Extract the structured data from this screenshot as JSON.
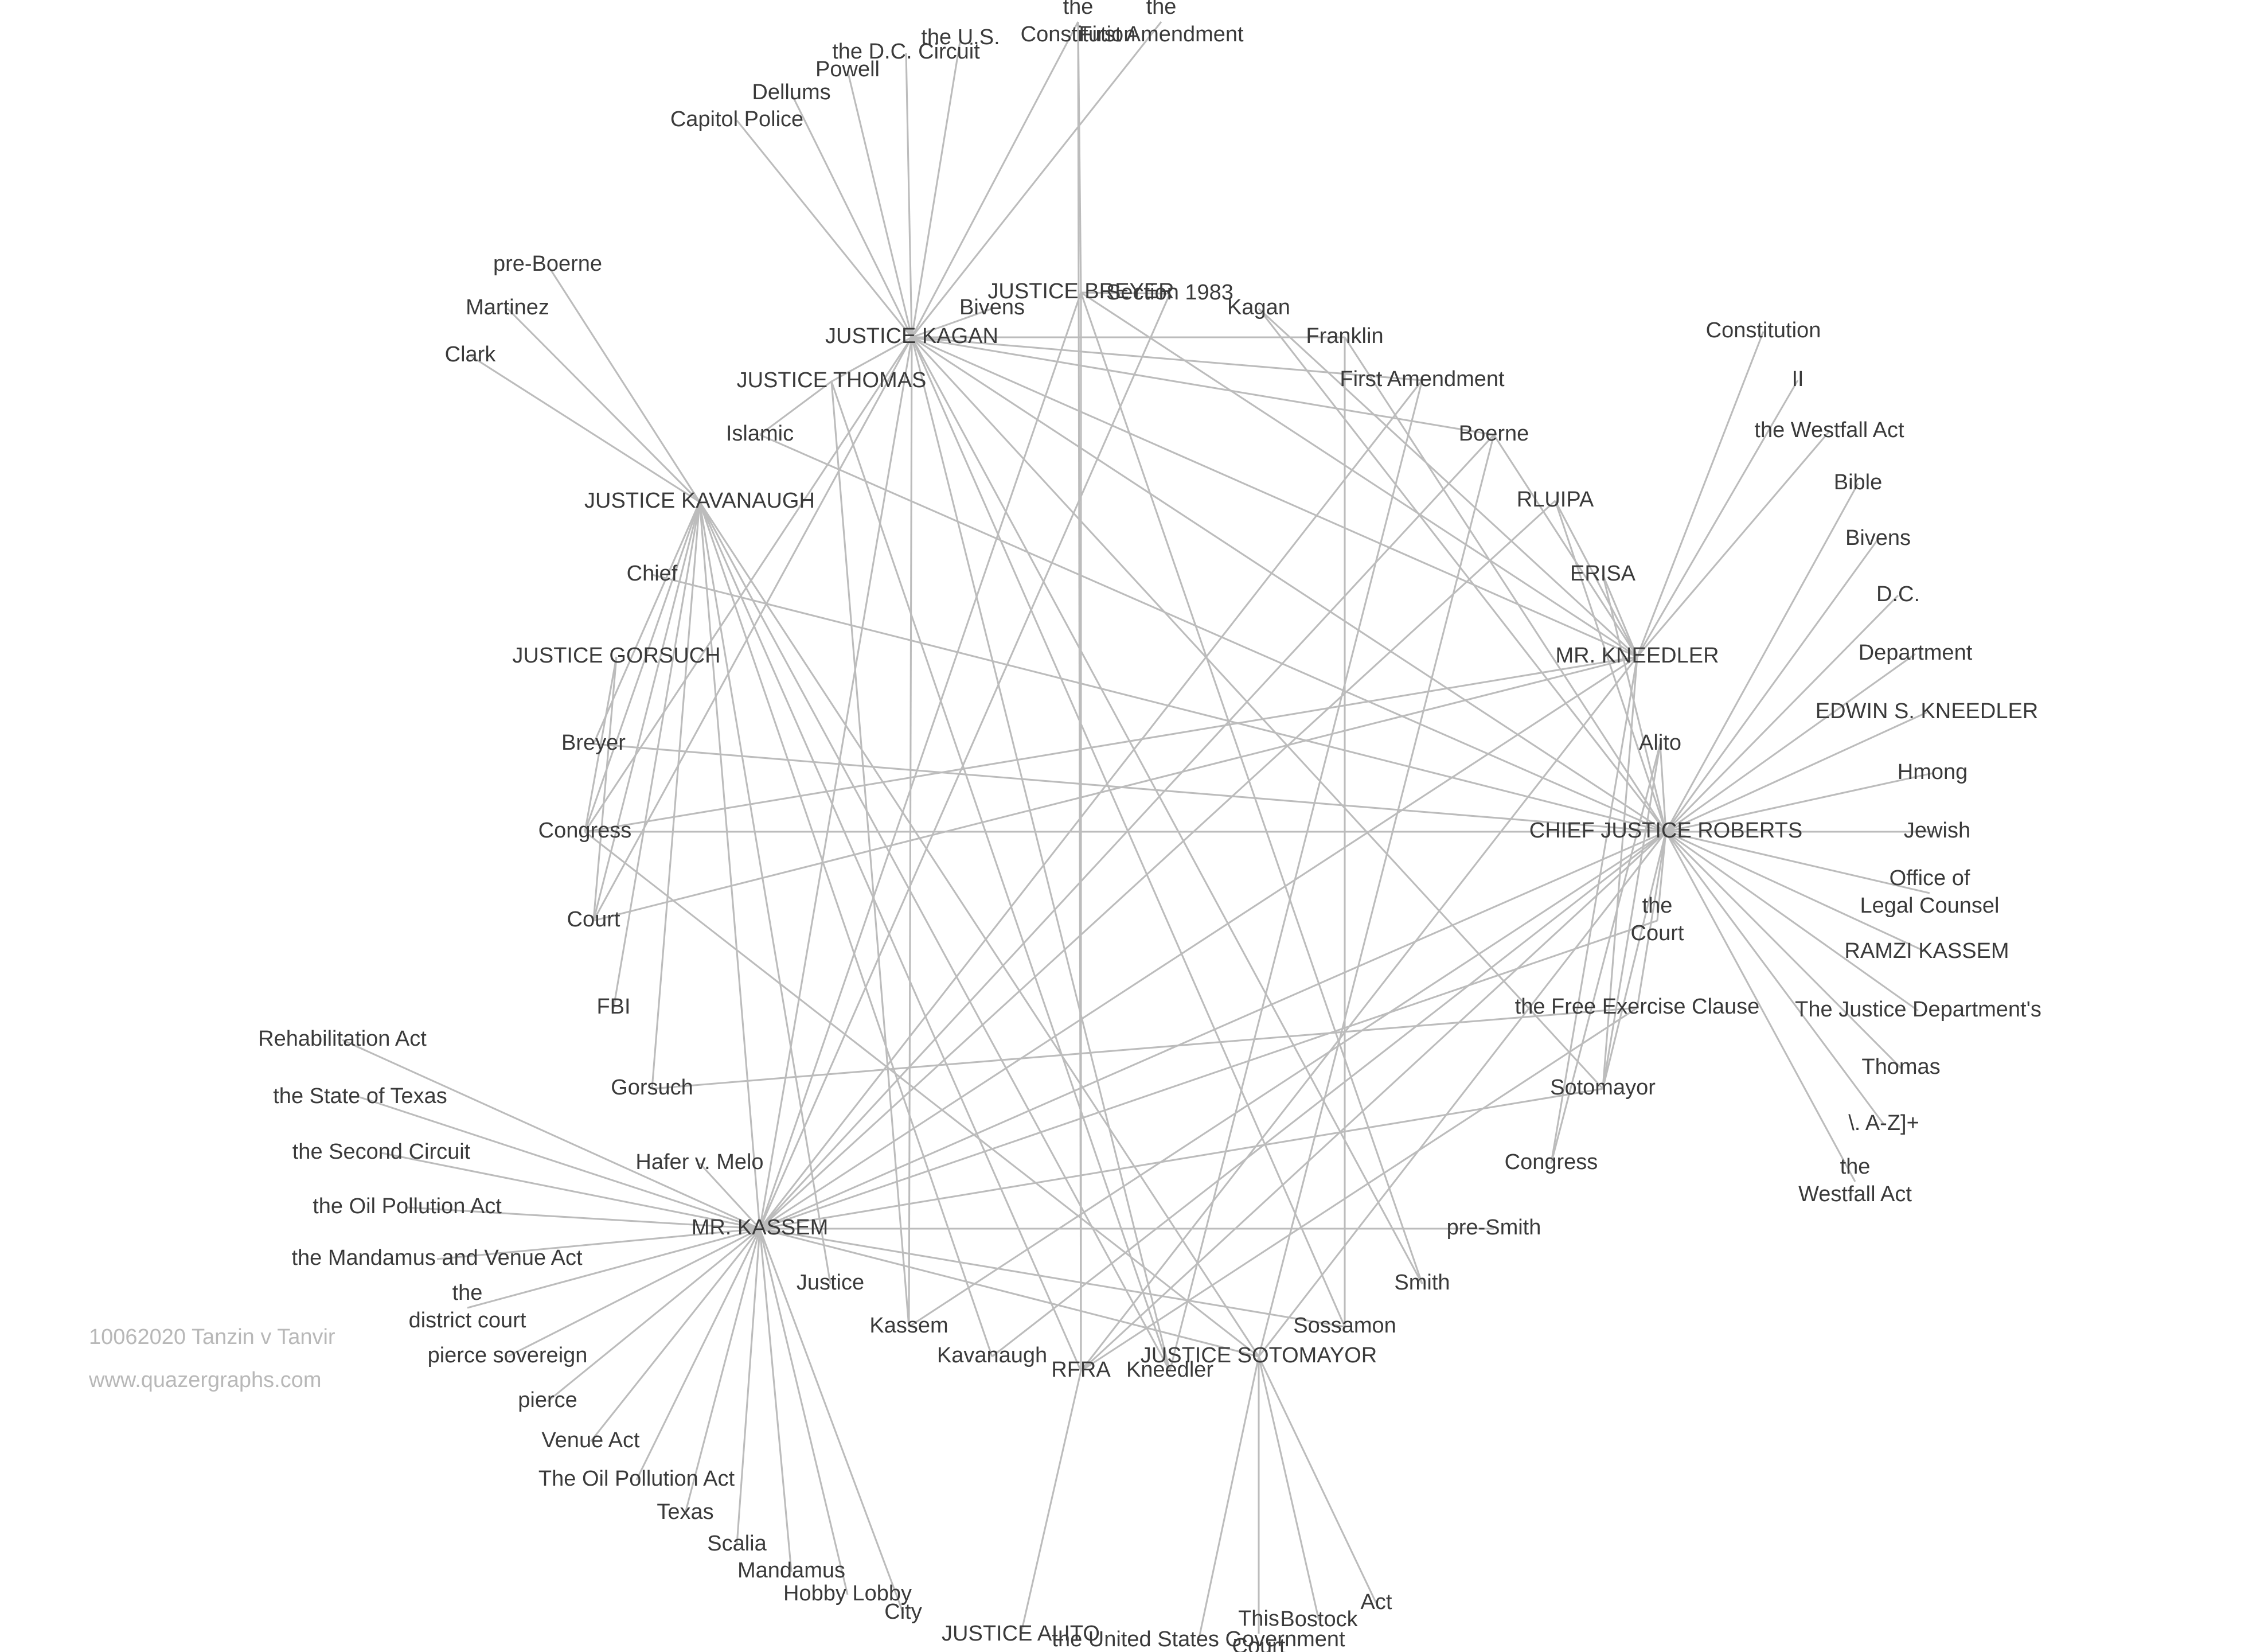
{
  "watermark": {
    "title": "10062020 Tanzin v Tanvir",
    "site": "www.quazergraphs.com"
  },
  "nodes": [
    {
      "id": "kagan",
      "label": "JUSTICE KAGAN"
    },
    {
      "id": "thomas",
      "label": "JUSTICE THOMAS"
    },
    {
      "id": "kavanaugh",
      "label": "JUSTICE KAVANAUGH"
    },
    {
      "id": "gorsuch",
      "label": "JUSTICE GORSUCH"
    },
    {
      "id": "breyer",
      "label": "JUSTICE BREYER"
    },
    {
      "id": "kneedler",
      "label": "MR. KNEEDLER"
    },
    {
      "id": "roberts",
      "label": "CHIEF JUSTICE ROBERTS"
    },
    {
      "id": "kassem",
      "label": "MR. KASSEM"
    },
    {
      "id": "sotomayor",
      "label": "JUSTICE SOTOMAYOR"
    },
    {
      "id": "alito",
      "label": "JUSTICE ALITO"
    },
    {
      "id": "rfra",
      "label": "RFRA"
    },
    {
      "id": "kneedler2",
      "label": "Kneedler"
    },
    {
      "id": "kavanaugh2",
      "label": "Kavanaugh"
    },
    {
      "id": "kassem2",
      "label": "Kassem"
    },
    {
      "id": "justice",
      "label": "Justice"
    },
    {
      "id": "sossamon",
      "label": "Sossamon"
    },
    {
      "id": "smith",
      "label": "Smith"
    },
    {
      "id": "presmith",
      "label": "pre-Smith"
    },
    {
      "id": "congress2",
      "label": "Congress"
    },
    {
      "id": "sotomayor2",
      "label": "Sotomayor"
    },
    {
      "id": "freeexercise",
      "label": "the Free Exercise Clause"
    },
    {
      "id": "thecourt",
      "label": "the\nCourt"
    },
    {
      "id": "alito2",
      "label": "Alito"
    },
    {
      "id": "erisa",
      "label": "ERISA"
    },
    {
      "id": "rluipa",
      "label": "RLUIPA"
    },
    {
      "id": "boerne",
      "label": "Boerne"
    },
    {
      "id": "firstamend",
      "label": "First Amendment"
    },
    {
      "id": "franklin",
      "label": "Franklin"
    },
    {
      "id": "kagan2",
      "label": "Kagan"
    },
    {
      "id": "section1983",
      "label": "Section 1983"
    },
    {
      "id": "bivens",
      "label": "Bivens"
    },
    {
      "id": "islamic",
      "label": "Islamic"
    },
    {
      "id": "chief",
      "label": "Chief"
    },
    {
      "id": "breyer2",
      "label": "Breyer"
    },
    {
      "id": "congress",
      "label": "Congress"
    },
    {
      "id": "court",
      "label": "Court"
    },
    {
      "id": "fbi",
      "label": "FBI"
    },
    {
      "id": "gorsuch2",
      "label": "Gorsuch"
    },
    {
      "id": "hafer",
      "label": "Hafer v. Melo"
    },
    {
      "id": "preboerne",
      "label": "pre-Boerne"
    },
    {
      "id": "martinez",
      "label": "Martinez"
    },
    {
      "id": "clark",
      "label": "Clark"
    },
    {
      "id": "capitol",
      "label": "Capitol Police"
    },
    {
      "id": "dellums",
      "label": "Dellums"
    },
    {
      "id": "powell",
      "label": "Powell"
    },
    {
      "id": "dccircuit",
      "label": "the D.C. Circuit"
    },
    {
      "id": "theus",
      "label": "the U.S."
    },
    {
      "id": "theconst",
      "label": "the\nConstitution"
    },
    {
      "id": "thefirstamend",
      "label": "the\nFirst Amendment"
    },
    {
      "id": "constitution",
      "label": "Constitution"
    },
    {
      "id": "ii",
      "label": "II"
    },
    {
      "id": "westfall",
      "label": "the Westfall Act"
    },
    {
      "id": "bible",
      "label": "Bible"
    },
    {
      "id": "bivens2",
      "label": "Bivens"
    },
    {
      "id": "dc",
      "label": "D.C."
    },
    {
      "id": "department",
      "label": "Department"
    },
    {
      "id": "edwin",
      "label": "EDWIN S. KNEEDLER"
    },
    {
      "id": "hmong",
      "label": "Hmong"
    },
    {
      "id": "jewish",
      "label": "Jewish"
    },
    {
      "id": "olc",
      "label": "Office of\nLegal Counsel"
    },
    {
      "id": "ramzi",
      "label": "RAMZI KASSEM"
    },
    {
      "id": "justicedept",
      "label": "The Justice Department's"
    },
    {
      "id": "thomas2",
      "label": "Thomas"
    },
    {
      "id": "regex",
      "label": "\\. A-Z]+"
    },
    {
      "id": "westfall2",
      "label": "the\nWestfall Act"
    },
    {
      "id": "rehab",
      "label": "Rehabilitation Act"
    },
    {
      "id": "texasstate",
      "label": "the State of Texas"
    },
    {
      "id": "secondcircuit",
      "label": "the Second Circuit"
    },
    {
      "id": "oilpollution",
      "label": "the Oil Pollution Act"
    },
    {
      "id": "mandamusvenue",
      "label": "the Mandamus and Venue Act"
    },
    {
      "id": "districtcourt",
      "label": "the\ndistrict court"
    },
    {
      "id": "piercesov",
      "label": "pierce sovereign"
    },
    {
      "id": "pierce",
      "label": "pierce"
    },
    {
      "id": "venueact",
      "label": "Venue Act"
    },
    {
      "id": "oilpollution2",
      "label": "The Oil Pollution Act"
    },
    {
      "id": "texas",
      "label": "Texas"
    },
    {
      "id": "scalia",
      "label": "Scalia"
    },
    {
      "id": "mandamus",
      "label": "Mandamus"
    },
    {
      "id": "hobbylobby",
      "label": "Hobby Lobby"
    },
    {
      "id": "city",
      "label": "City"
    },
    {
      "id": "usgov",
      "label": "the United States Government"
    },
    {
      "id": "thiscourt",
      "label": "This\nCourt"
    },
    {
      "id": "bostock",
      "label": "Bostock"
    },
    {
      "id": "act",
      "label": "Act"
    }
  ],
  "edges": [
    [
      "kagan",
      "capitol"
    ],
    [
      "kagan",
      "dellums"
    ],
    [
      "kagan",
      "powell"
    ],
    [
      "kagan",
      "dccircuit"
    ],
    [
      "kagan",
      "theus"
    ],
    [
      "kagan",
      "theconst"
    ],
    [
      "kagan",
      "thefirstamend"
    ],
    [
      "kagan",
      "bivens"
    ],
    [
      "kagan",
      "franklin"
    ],
    [
      "kagan",
      "firstamend"
    ],
    [
      "kagan",
      "boerne"
    ],
    [
      "kagan",
      "kneedler"
    ],
    [
      "kagan",
      "roberts"
    ],
    [
      "kagan",
      "congress"
    ],
    [
      "kagan",
      "court"
    ],
    [
      "kagan",
      "kassem"
    ],
    [
      "kagan",
      "kassem2"
    ],
    [
      "kagan",
      "kneedler2"
    ],
    [
      "kagan",
      "smith"
    ],
    [
      "kagan",
      "sossamon"
    ],
    [
      "kagan",
      "sotomayor2"
    ],
    [
      "kagan",
      "thomas"
    ],
    [
      "thomas",
      "islamic"
    ],
    [
      "thomas",
      "kassem2"
    ],
    [
      "thomas",
      "kneedler2"
    ],
    [
      "kavanaugh",
      "preboerne"
    ],
    [
      "kavanaugh",
      "martinez"
    ],
    [
      "kavanaugh",
      "clark"
    ],
    [
      "kavanaugh",
      "kassem"
    ],
    [
      "kavanaugh",
      "rfra"
    ],
    [
      "kavanaugh",
      "sotomayor"
    ],
    [
      "kavanaugh",
      "kavanaugh2"
    ],
    [
      "kavanaugh",
      "congress"
    ],
    [
      "kavanaugh",
      "court"
    ],
    [
      "kavanaugh",
      "fbi"
    ],
    [
      "kavanaugh",
      "gorsuch2"
    ],
    [
      "kavanaugh",
      "breyer2"
    ],
    [
      "kavanaugh",
      "justice"
    ],
    [
      "kavanaugh",
      "kneedler2"
    ],
    [
      "gorsuch",
      "congress"
    ],
    [
      "gorsuch",
      "court"
    ],
    [
      "breyer",
      "section1983"
    ],
    [
      "breyer",
      "rfra"
    ],
    [
      "breyer",
      "kassem"
    ],
    [
      "breyer",
      "smith"
    ],
    [
      "breyer",
      "kneedler"
    ],
    [
      "breyer",
      "theconst"
    ],
    [
      "kneedler",
      "constitution"
    ],
    [
      "kneedler",
      "ii"
    ],
    [
      "kneedler",
      "westfall"
    ],
    [
      "kneedler",
      "congress"
    ],
    [
      "kneedler",
      "court"
    ],
    [
      "kneedler",
      "kagan2"
    ],
    [
      "kneedler",
      "boerne"
    ],
    [
      "kneedler",
      "rluipa"
    ],
    [
      "kneedler",
      "erisa"
    ],
    [
      "kneedler",
      "sotomayor2"
    ],
    [
      "kneedler",
      "congress2"
    ],
    [
      "kneedler",
      "kassem"
    ],
    [
      "kneedler",
      "rfra"
    ],
    [
      "roberts",
      "bible"
    ],
    [
      "roberts",
      "bivens2"
    ],
    [
      "roberts",
      "dc"
    ],
    [
      "roberts",
      "department"
    ],
    [
      "roberts",
      "edwin"
    ],
    [
      "roberts",
      "hmong"
    ],
    [
      "roberts",
      "jewish"
    ],
    [
      "roberts",
      "olc"
    ],
    [
      "roberts",
      "ramzi"
    ],
    [
      "roberts",
      "justicedept"
    ],
    [
      "roberts",
      "thomas2"
    ],
    [
      "roberts",
      "regex"
    ],
    [
      "roberts",
      "westfall2"
    ],
    [
      "roberts",
      "congress"
    ],
    [
      "roberts",
      "chief"
    ],
    [
      "roberts",
      "breyer2"
    ],
    [
      "roberts",
      "islamic"
    ],
    [
      "roberts",
      "kassem"
    ],
    [
      "roberts",
      "rfra"
    ],
    [
      "roberts",
      "sotomayor"
    ],
    [
      "roberts",
      "kavanaugh2"
    ],
    [
      "roberts",
      "kassem2"
    ],
    [
      "roberts",
      "alito2"
    ],
    [
      "roberts",
      "thecourt"
    ],
    [
      "roberts",
      "freeexercise"
    ],
    [
      "roberts",
      "sotomayor2"
    ],
    [
      "roberts",
      "erisa"
    ],
    [
      "roberts",
      "rluipa"
    ],
    [
      "roberts",
      "kagan2"
    ],
    [
      "roberts",
      "franklin"
    ],
    [
      "kassem",
      "rehab"
    ],
    [
      "kassem",
      "texasstate"
    ],
    [
      "kassem",
      "secondcircuit"
    ],
    [
      "kassem",
      "oilpollution"
    ],
    [
      "kassem",
      "mandamusvenue"
    ],
    [
      "kassem",
      "districtcourt"
    ],
    [
      "kassem",
      "piercesov"
    ],
    [
      "kassem",
      "pierce"
    ],
    [
      "kassem",
      "venueact"
    ],
    [
      "kassem",
      "oilpollution2"
    ],
    [
      "kassem",
      "texas"
    ],
    [
      "kassem",
      "scalia"
    ],
    [
      "kassem",
      "mandamus"
    ],
    [
      "kassem",
      "hobbylobby"
    ],
    [
      "kassem",
      "city"
    ],
    [
      "kassem",
      "presmith"
    ],
    [
      "kassem",
      "section1983"
    ],
    [
      "kassem",
      "firstamend"
    ],
    [
      "kassem",
      "boerne"
    ],
    [
      "kassem",
      "rluipa"
    ],
    [
      "kassem",
      "sotomayor2"
    ],
    [
      "kassem",
      "sossamon"
    ],
    [
      "kassem",
      "hafer"
    ],
    [
      "kassem",
      "thecourt"
    ],
    [
      "sotomayor",
      "usgov"
    ],
    [
      "sotomayor",
      "thiscourt"
    ],
    [
      "sotomayor",
      "bostock"
    ],
    [
      "sotomayor",
      "act"
    ],
    [
      "sotomayor",
      "boerne"
    ],
    [
      "sotomayor",
      "congress"
    ],
    [
      "sotomayor",
      "kassem"
    ],
    [
      "rfra",
      "alito"
    ],
    [
      "rfra",
      "freeexercise"
    ],
    [
      "rfra",
      "theconst"
    ],
    [
      "kneedler2",
      "firstamend"
    ],
    [
      "gorsuch2",
      "freeexercise"
    ],
    [
      "sossamon",
      "franklin"
    ],
    [
      "congress2",
      "alito2"
    ],
    [
      "sotomayor2",
      "alito2"
    ]
  ]
}
